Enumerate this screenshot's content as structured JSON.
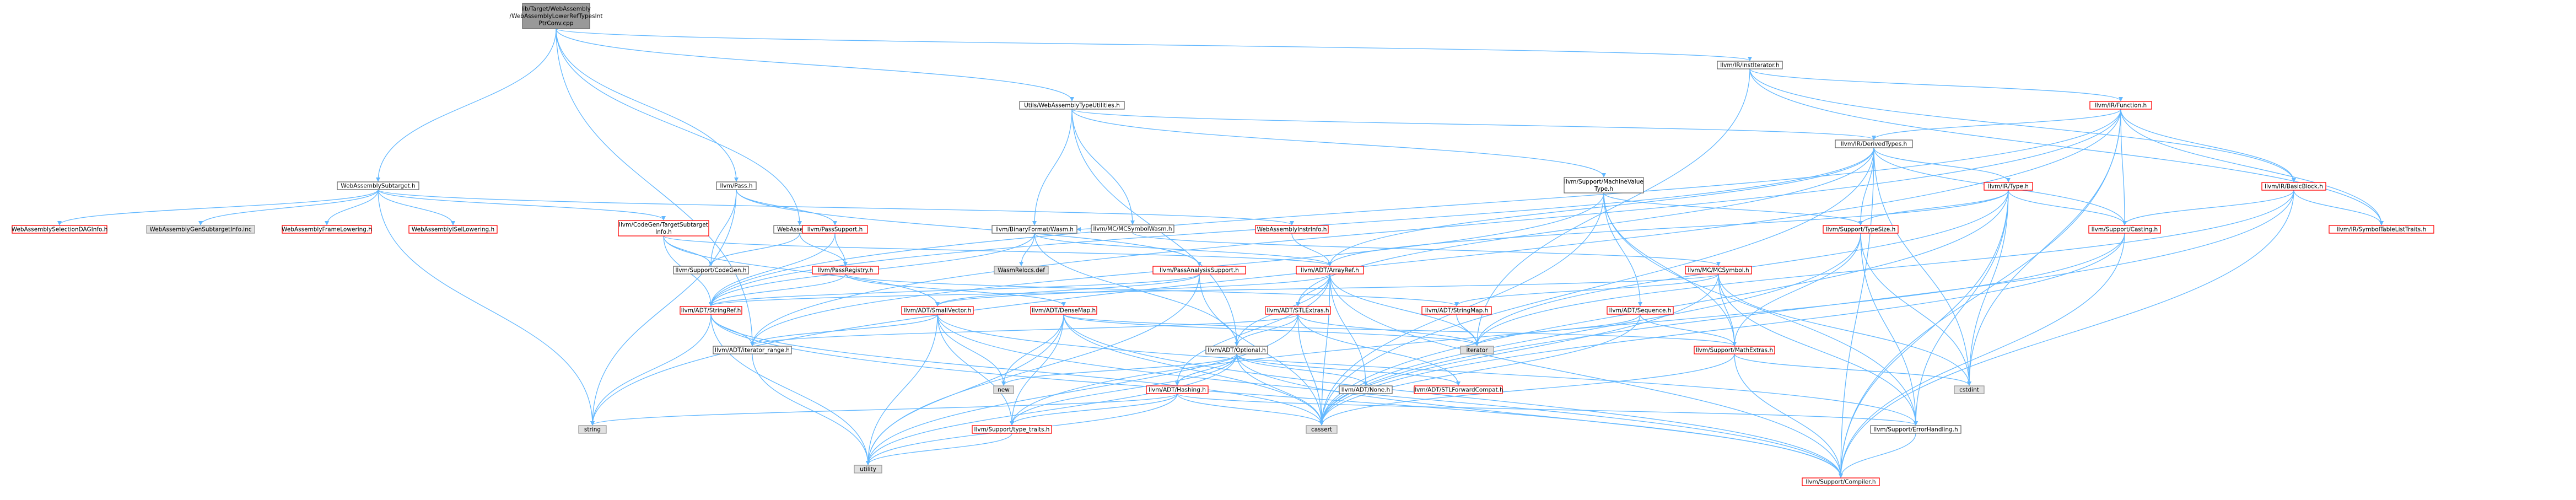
{
  "colors": {
    "edge": "#63b8ff",
    "node_fill": "#ffffff",
    "node_border": "#666666",
    "root_fill": "#999999",
    "root_border": "#666666",
    "ext_fill": "#e0e0e0",
    "ext_border": "#999999",
    "red_border": "#ff0000",
    "red_text": "#ff0000",
    "text": "#000000"
  },
  "nodes": [
    {
      "id": "root",
      "lines": [
        "lib/Target/WebAssembly",
        "/WebAssemblyLowerRefTypesInt",
        "PtrConv.cpp"
      ],
      "style": "root"
    },
    {
      "id": "institerator",
      "lines": [
        "llvm/IR/InstIterator.h"
      ],
      "style": "normal"
    },
    {
      "id": "wasmtypeutils",
      "lines": [
        "Utils/WebAssemblyTypeUtilities.h"
      ],
      "style": "normal"
    },
    {
      "id": "function",
      "lines": [
        "llvm/IR/Function.h"
      ],
      "style": "red"
    },
    {
      "id": "derivedtypes",
      "lines": [
        "llvm/IR/DerivedTypes.h"
      ],
      "style": "normal"
    },
    {
      "id": "pass",
      "lines": [
        "llvm/Pass.h"
      ],
      "style": "normal"
    },
    {
      "id": "subtarget",
      "lines": [
        "WebAssemblySubtarget.h"
      ],
      "style": "normal"
    },
    {
      "id": "mcsymbolwasm",
      "lines": [
        "llvm/MC/MCSymbolWasm.h"
      ],
      "style": "normal"
    },
    {
      "id": "machinevaluetype",
      "lines": [
        "llvm/Support/MachineValue",
        "Type.h"
      ],
      "style": "normal"
    },
    {
      "id": "type",
      "lines": [
        "llvm/IR/Type.h"
      ],
      "style": "red"
    },
    {
      "id": "basicblock",
      "lines": [
        "llvm/IR/BasicBlock.h"
      ],
      "style": "red"
    },
    {
      "id": "selectiondaginfo",
      "lines": [
        "WebAssemblySelectionDAGInfo.h"
      ],
      "style": "red"
    },
    {
      "id": "gensubtargetinfo",
      "lines": [
        "WebAssemblyGenSubtargetInfo.inc"
      ],
      "style": "ext"
    },
    {
      "id": "framelowering",
      "lines": [
        "WebAssemblyFrameLowering.h"
      ],
      "style": "red"
    },
    {
      "id": "isellowering",
      "lines": [
        "WebAssemblyISelLowering.h"
      ],
      "style": "red"
    },
    {
      "id": "targetsubtargetinfo",
      "lines": [
        "llvm/CodeGen/TargetSubtarget",
        "Info.h"
      ],
      "style": "red"
    },
    {
      "id": "webassemblyh",
      "lines": [
        "WebAssembly.h"
      ],
      "style": "normal"
    },
    {
      "id": "passsupport",
      "lines": [
        "llvm/PassSupport.h"
      ],
      "style": "red"
    },
    {
      "id": "binaryformatwasm",
      "lines": [
        "llvm/BinaryFormat/Wasm.h"
      ],
      "style": "normal"
    },
    {
      "id": "instrinfo",
      "lines": [
        "WebAssemblyInstrInfo.h"
      ],
      "style": "red"
    },
    {
      "id": "typesize",
      "lines": [
        "llvm/Support/TypeSize.h"
      ],
      "style": "red"
    },
    {
      "id": "casting",
      "lines": [
        "llvm/Support/Casting.h"
      ],
      "style": "red"
    },
    {
      "id": "symboltablelisttraits",
      "lines": [
        "llvm/IR/SymbolTableListTraits.h"
      ],
      "style": "red"
    },
    {
      "id": "supportcodegen",
      "lines": [
        "llvm/Support/CodeGen.h"
      ],
      "style": "normal"
    },
    {
      "id": "passregistry",
      "lines": [
        "llvm/PassRegistry.h"
      ],
      "style": "red"
    },
    {
      "id": "wasmrelocs",
      "lines": [
        "WasmRelocs.def"
      ],
      "style": "ext"
    },
    {
      "id": "arrayref",
      "lines": [
        "llvm/ADT/ArrayRef.h"
      ],
      "style": "red"
    },
    {
      "id": "mcsymbol",
      "lines": [
        "llvm/MC/MCSymbol.h"
      ],
      "style": "red"
    },
    {
      "id": "passanalysissupport",
      "lines": [
        "llvm/PassAnalysisSupport.h"
      ],
      "style": "red"
    },
    {
      "id": "stringref",
      "lines": [
        "llvm/ADT/StringRef.h"
      ],
      "style": "red"
    },
    {
      "id": "smallvector",
      "lines": [
        "llvm/ADT/SmallVector.h"
      ],
      "style": "red"
    },
    {
      "id": "densemap",
      "lines": [
        "llvm/ADT/DenseMap.h"
      ],
      "style": "red"
    },
    {
      "id": "stlextras",
      "lines": [
        "llvm/ADT/STLExtras.h"
      ],
      "style": "red"
    },
    {
      "id": "stringmap",
      "lines": [
        "llvm/ADT/StringMap.h"
      ],
      "style": "red"
    },
    {
      "id": "sequence",
      "lines": [
        "llvm/ADT/Sequence.h"
      ],
      "style": "red"
    },
    {
      "id": "iterator",
      "lines": [
        "iterator"
      ],
      "style": "ext"
    },
    {
      "id": "iteratorrange",
      "lines": [
        "llvm/ADT/iterator_range.h"
      ],
      "style": "normal"
    },
    {
      "id": "optional",
      "lines": [
        "llvm/ADT/Optional.h"
      ],
      "style": "normal"
    },
    {
      "id": "mathextras",
      "lines": [
        "llvm/Support/MathExtras.h"
      ],
      "style": "red"
    },
    {
      "id": "cstdint",
      "lines": [
        "cstdint"
      ],
      "style": "ext"
    },
    {
      "id": "new",
      "lines": [
        "new"
      ],
      "style": "ext"
    },
    {
      "id": "hashing",
      "lines": [
        "llvm/ADT/Hashing.h"
      ],
      "style": "red"
    },
    {
      "id": "none",
      "lines": [
        "llvm/ADT/None.h"
      ],
      "style": "normal"
    },
    {
      "id": "stlforwardcompat",
      "lines": [
        "llvm/ADT/STLForwardCompat.h"
      ],
      "style": "red"
    },
    {
      "id": "string",
      "lines": [
        "string"
      ],
      "style": "ext"
    },
    {
      "id": "typetraits",
      "lines": [
        "llvm/Support/type_traits.h"
      ],
      "style": "red"
    },
    {
      "id": "cassert",
      "lines": [
        "cassert"
      ],
      "style": "ext"
    },
    {
      "id": "errorhandling",
      "lines": [
        "llvm/Support/ErrorHandling.h"
      ],
      "style": "normal"
    },
    {
      "id": "utility",
      "lines": [
        "utility"
      ],
      "style": "ext"
    },
    {
      "id": "compiler",
      "lines": [
        "llvm/Support/Compiler.h"
      ],
      "style": "red"
    }
  ],
  "edges": [
    [
      "root",
      "institerator"
    ],
    [
      "root",
      "wasmtypeutils"
    ],
    [
      "root",
      "pass"
    ],
    [
      "root",
      "subtarget"
    ],
    [
      "root",
      "webassemblyh"
    ],
    [
      "root",
      "iteratorrange"
    ],
    [
      "institerator",
      "function"
    ],
    [
      "institerator",
      "basicblock"
    ],
    [
      "institerator",
      "symboltablelisttraits"
    ],
    [
      "institerator",
      "iterator"
    ],
    [
      "wasmtypeutils",
      "derivedtypes"
    ],
    [
      "wasmtypeutils",
      "mcsymbolwasm"
    ],
    [
      "wasmtypeutils",
      "binaryformatwasm"
    ],
    [
      "wasmtypeutils",
      "machinevaluetype"
    ],
    [
      "wasmtypeutils",
      "optional"
    ],
    [
      "function",
      "derivedtypes"
    ],
    [
      "function",
      "basicblock"
    ],
    [
      "function",
      "casting"
    ],
    [
      "function",
      "symboltablelisttraits"
    ],
    [
      "function",
      "compiler"
    ],
    [
      "function",
      "string"
    ],
    [
      "function",
      "stringref"
    ],
    [
      "function",
      "iteratorrange"
    ],
    [
      "function",
      "cstdint"
    ],
    [
      "derivedtypes",
      "type"
    ],
    [
      "derivedtypes",
      "casting"
    ],
    [
      "derivedtypes",
      "typesize"
    ],
    [
      "derivedtypes",
      "arrayref"
    ],
    [
      "derivedtypes",
      "stringref"
    ],
    [
      "derivedtypes",
      "cassert"
    ],
    [
      "derivedtypes",
      "cstdint"
    ],
    [
      "derivedtypes",
      "compiler"
    ],
    [
      "derivedtypes",
      "stlextras"
    ],
    [
      "pass",
      "passsupport"
    ],
    [
      "pass",
      "passanalysissupport"
    ],
    [
      "pass",
      "string"
    ],
    [
      "pass",
      "supportcodegen"
    ],
    [
      "subtarget",
      "selectiondaginfo"
    ],
    [
      "subtarget",
      "gensubtargetinfo"
    ],
    [
      "subtarget",
      "framelowering"
    ],
    [
      "subtarget",
      "isellowering"
    ],
    [
      "subtarget",
      "targetsubtargetinfo"
    ],
    [
      "subtarget",
      "instrinfo"
    ],
    [
      "subtarget",
      "string"
    ],
    [
      "mcsymbolwasm",
      "binaryformatwasm"
    ],
    [
      "mcsymbolwasm",
      "mcsymbol"
    ],
    [
      "machinevaluetype",
      "typesize"
    ],
    [
      "machinevaluetype",
      "mathextras"
    ],
    [
      "machinevaluetype",
      "sequence"
    ],
    [
      "machinevaluetype",
      "errorhandling"
    ],
    [
      "machinevaluetype",
      "cassert"
    ],
    [
      "machinevaluetype",
      "iteratorrange"
    ],
    [
      "type",
      "typesize"
    ],
    [
      "type",
      "casting"
    ],
    [
      "type",
      "arrayref"
    ],
    [
      "type",
      "compiler"
    ],
    [
      "type",
      "cassert"
    ],
    [
      "type",
      "cstdint"
    ],
    [
      "type",
      "iterator"
    ],
    [
      "type",
      "errorhandling"
    ],
    [
      "basicblock",
      "casting"
    ],
    [
      "basicblock",
      "symboltablelisttraits"
    ],
    [
      "basicblock",
      "iterator"
    ],
    [
      "basicblock",
      "cassert"
    ],
    [
      "basicblock",
      "compiler"
    ],
    [
      "targetsubtargetinfo",
      "supportcodegen"
    ],
    [
      "targetsubtargetinfo",
      "arrayref"
    ],
    [
      "targetsubtargetinfo",
      "stringref"
    ],
    [
      "targetsubtargetinfo",
      "smallvector"
    ],
    [
      "webassemblyh",
      "supportcodegen"
    ],
    [
      "webassemblyh",
      "passregistry"
    ],
    [
      "passsupport",
      "passregistry"
    ],
    [
      "passsupport",
      "stringref"
    ],
    [
      "binaryformatwasm",
      "wasmrelocs"
    ],
    [
      "binaryformatwasm",
      "arrayref"
    ],
    [
      "binaryformatwasm",
      "stringref"
    ],
    [
      "binaryformatwasm",
      "optional"
    ],
    [
      "instrinfo",
      "arrayref"
    ],
    [
      "typesize",
      "mathextras"
    ],
    [
      "typesize",
      "errorhandling"
    ],
    [
      "typesize",
      "cstdint"
    ],
    [
      "typesize",
      "cassert"
    ],
    [
      "casting",
      "compiler"
    ],
    [
      "casting",
      "typetraits"
    ],
    [
      "casting",
      "cassert"
    ],
    [
      "passregistry",
      "stringmap"
    ],
    [
      "passregistry",
      "densemap"
    ],
    [
      "passregistry",
      "stringref"
    ],
    [
      "arrayref",
      "stlextras"
    ],
    [
      "arrayref",
      "smallvector"
    ],
    [
      "arrayref",
      "hashing"
    ],
    [
      "arrayref",
      "none"
    ],
    [
      "arrayref",
      "compiler"
    ],
    [
      "arrayref",
      "iterator"
    ],
    [
      "arrayref",
      "cassert"
    ],
    [
      "arrayref",
      "optional"
    ],
    [
      "mcsymbol",
      "stringref"
    ],
    [
      "mcsymbol",
      "stringmap"
    ],
    [
      "mcsymbol",
      "mathextras"
    ],
    [
      "mcsymbol",
      "errorhandling"
    ],
    [
      "mcsymbol",
      "cassert"
    ],
    [
      "mcsymbol",
      "cstdint"
    ],
    [
      "passanalysissupport",
      "smallvector"
    ],
    [
      "passanalysissupport",
      "stringref"
    ],
    [
      "passanalysissupport",
      "cassert"
    ],
    [
      "passanalysissupport",
      "utility"
    ],
    [
      "stringref",
      "iteratorrange"
    ],
    [
      "stringref",
      "compiler"
    ],
    [
      "stringref",
      "string"
    ],
    [
      "stringref",
      "utility"
    ],
    [
      "stringref",
      "cassert"
    ],
    [
      "smallvector",
      "iteratorrange"
    ],
    [
      "smallvector",
      "new"
    ],
    [
      "smallvector",
      "typetraits"
    ],
    [
      "smallvector",
      "utility"
    ],
    [
      "smallvector",
      "compiler"
    ],
    [
      "smallvector",
      "errorhandling"
    ],
    [
      "densemap",
      "typetraits"
    ],
    [
      "densemap",
      "new"
    ],
    [
      "densemap",
      "utility"
    ],
    [
      "densemap",
      "compiler"
    ],
    [
      "densemap",
      "mathextras"
    ],
    [
      "densemap",
      "cassert"
    ],
    [
      "densemap",
      "iterator"
    ],
    [
      "stlextras",
      "iteratorrange"
    ],
    [
      "stlextras",
      "optional"
    ],
    [
      "stlextras",
      "stlforwardcompat"
    ],
    [
      "stlextras",
      "iterator"
    ],
    [
      "stlextras",
      "utility"
    ],
    [
      "stlextras",
      "cassert"
    ],
    [
      "stringmap",
      "iterator"
    ],
    [
      "sequence",
      "mathextras"
    ],
    [
      "sequence",
      "cassert"
    ],
    [
      "sequence",
      "iterator"
    ],
    [
      "iteratorrange",
      "utility"
    ],
    [
      "optional",
      "hashing"
    ],
    [
      "optional",
      "none"
    ],
    [
      "optional",
      "stlforwardcompat"
    ],
    [
      "optional",
      "typetraits"
    ],
    [
      "optional",
      "compiler"
    ],
    [
      "optional",
      "cassert"
    ],
    [
      "optional",
      "new"
    ],
    [
      "optional",
      "utility"
    ],
    [
      "mathextras",
      "compiler"
    ],
    [
      "mathextras",
      "cassert"
    ],
    [
      "mathextras",
      "cstdint"
    ],
    [
      "hashing",
      "typetraits"
    ],
    [
      "hashing",
      "errorhandling"
    ],
    [
      "hashing",
      "string"
    ],
    [
      "hashing",
      "utility"
    ],
    [
      "hashing",
      "cassert"
    ],
    [
      "typetraits",
      "utility"
    ],
    [
      "errorhandling",
      "compiler"
    ]
  ]
}
